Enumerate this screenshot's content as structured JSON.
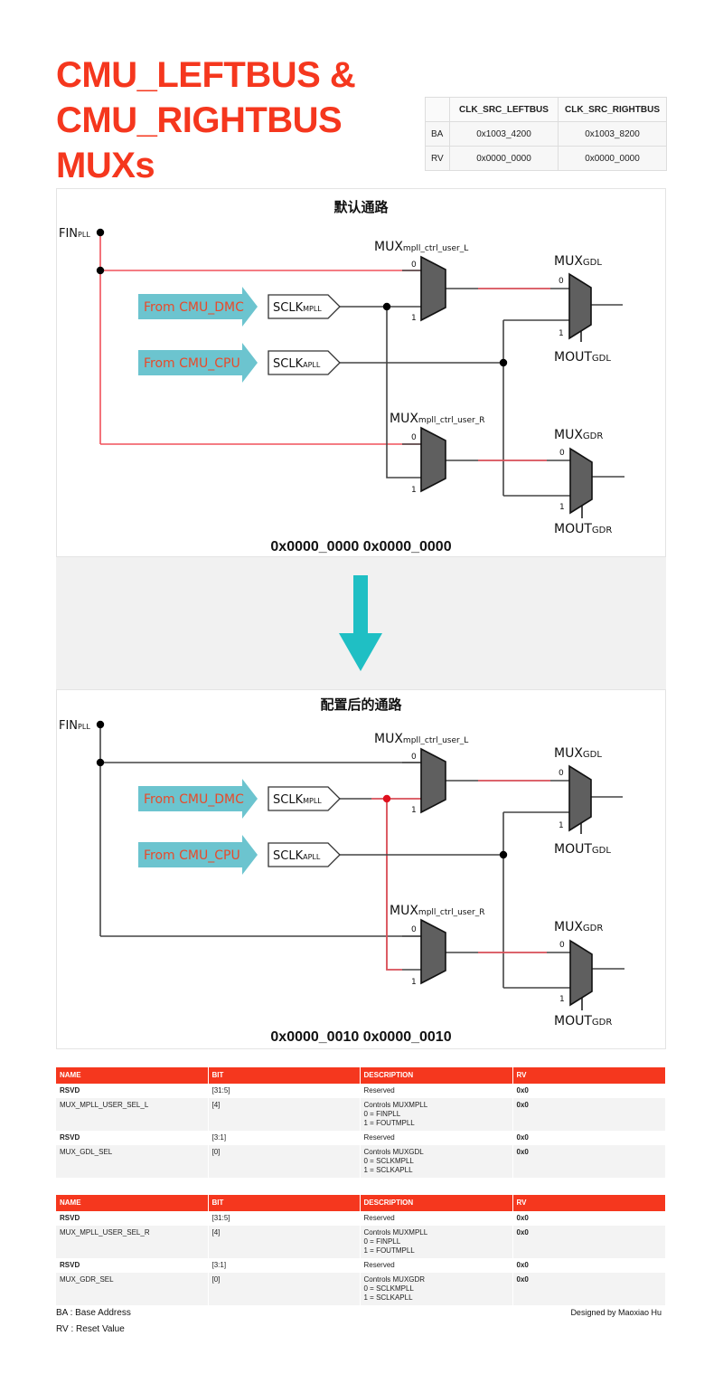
{
  "title": {
    "line1": "CMU_LEFTBUS &",
    "line2": "CMU_RIGHTBUS",
    "line3": "MUXs"
  },
  "address_table": {
    "columns": [
      "",
      "CLK_SRC_LEFTBUS",
      "CLK_SRC_RIGHTBUS"
    ],
    "rows": [
      [
        "BA",
        "0x1003_4200",
        "0x1003_8200"
      ],
      [
        "RV",
        "0x0000_0000",
        "0x0000_0000"
      ]
    ]
  },
  "diagrams": [
    {
      "title": "默认通路",
      "caption": "0x0000_0000 0x0000_0000"
    },
    {
      "title": "配置后的通路",
      "caption": "0x0000_0010 0x0000_0010"
    }
  ],
  "diagram_labels": {
    "fin": "FIN",
    "fin_sub": "PLL",
    "from_dmc": "From CMU_DMC",
    "from_cpu": "From CMU_CPU",
    "sclk": "SCLK",
    "mpll_sub": "MPLL",
    "apll_sub": "APLL",
    "mux": "MUX",
    "mout": "MOUT",
    "mux_l_sub": "mpll_ctrl_user_L",
    "mux_r_sub": "mpll_ctrl_user_R",
    "gdl_sub": "GDL",
    "gdr_sub": "GDR",
    "in0": "0",
    "in1": "1"
  },
  "colors": {
    "accent": "#f5371e",
    "highlight": "#f0505a",
    "arrow": "#1fbfc4",
    "from_arrow": "#6cc4cf",
    "from_text": "#e84a2a"
  },
  "register_tables": [
    {
      "headers": [
        "NAME",
        "BIT",
        "DESCRIPTION",
        "RV"
      ],
      "rows": [
        {
          "name": "RSVD",
          "bit": "[31:5]",
          "desc": [
            "Reserved"
          ],
          "rv": "0x0"
        },
        {
          "name": "MUX_MPLL_USER_SEL_L",
          "bit": "[4]",
          "desc": [
            "Controls MUXMPLL",
            "0 = FINPLL",
            "1 = FOUTMPLL"
          ],
          "rv": "0x0"
        },
        {
          "name": "RSVD",
          "bit": "[3:1]",
          "desc": [
            "Reserved"
          ],
          "rv": "0x0"
        },
        {
          "name": "MUX_GDL_SEL",
          "bit": "[0]",
          "desc": [
            "Controls MUXGDL",
            "0 = SCLKMPLL",
            "1 = SCLKAPLL"
          ],
          "rv": "0x0"
        }
      ]
    },
    {
      "headers": [
        "NAME",
        "BIT",
        "DESCRIPTION",
        "RV"
      ],
      "rows": [
        {
          "name": "RSVD",
          "bit": "[31:5]",
          "desc": [
            "Reserved"
          ],
          "rv": "0x0"
        },
        {
          "name": "MUX_MPLL_USER_SEL_R",
          "bit": "[4]",
          "desc": [
            "Controls MUXMPLL",
            "0 = FINPLL",
            "1 = FOUTMPLL"
          ],
          "rv": "0x0"
        },
        {
          "name": "RSVD",
          "bit": "[3:1]",
          "desc": [
            "Reserved"
          ],
          "rv": "0x0"
        },
        {
          "name": "MUX_GDR_SEL",
          "bit": "[0]",
          "desc": [
            "Controls MUXGDR",
            "0 = SCLKMPLL",
            "1 = SCLKAPLL"
          ],
          "rv": "0x0"
        }
      ]
    }
  ],
  "footer": {
    "ba": "BA : Base Address",
    "rv": "RV : Reset Value",
    "credit": "Designed by Maoxiao Hu"
  }
}
